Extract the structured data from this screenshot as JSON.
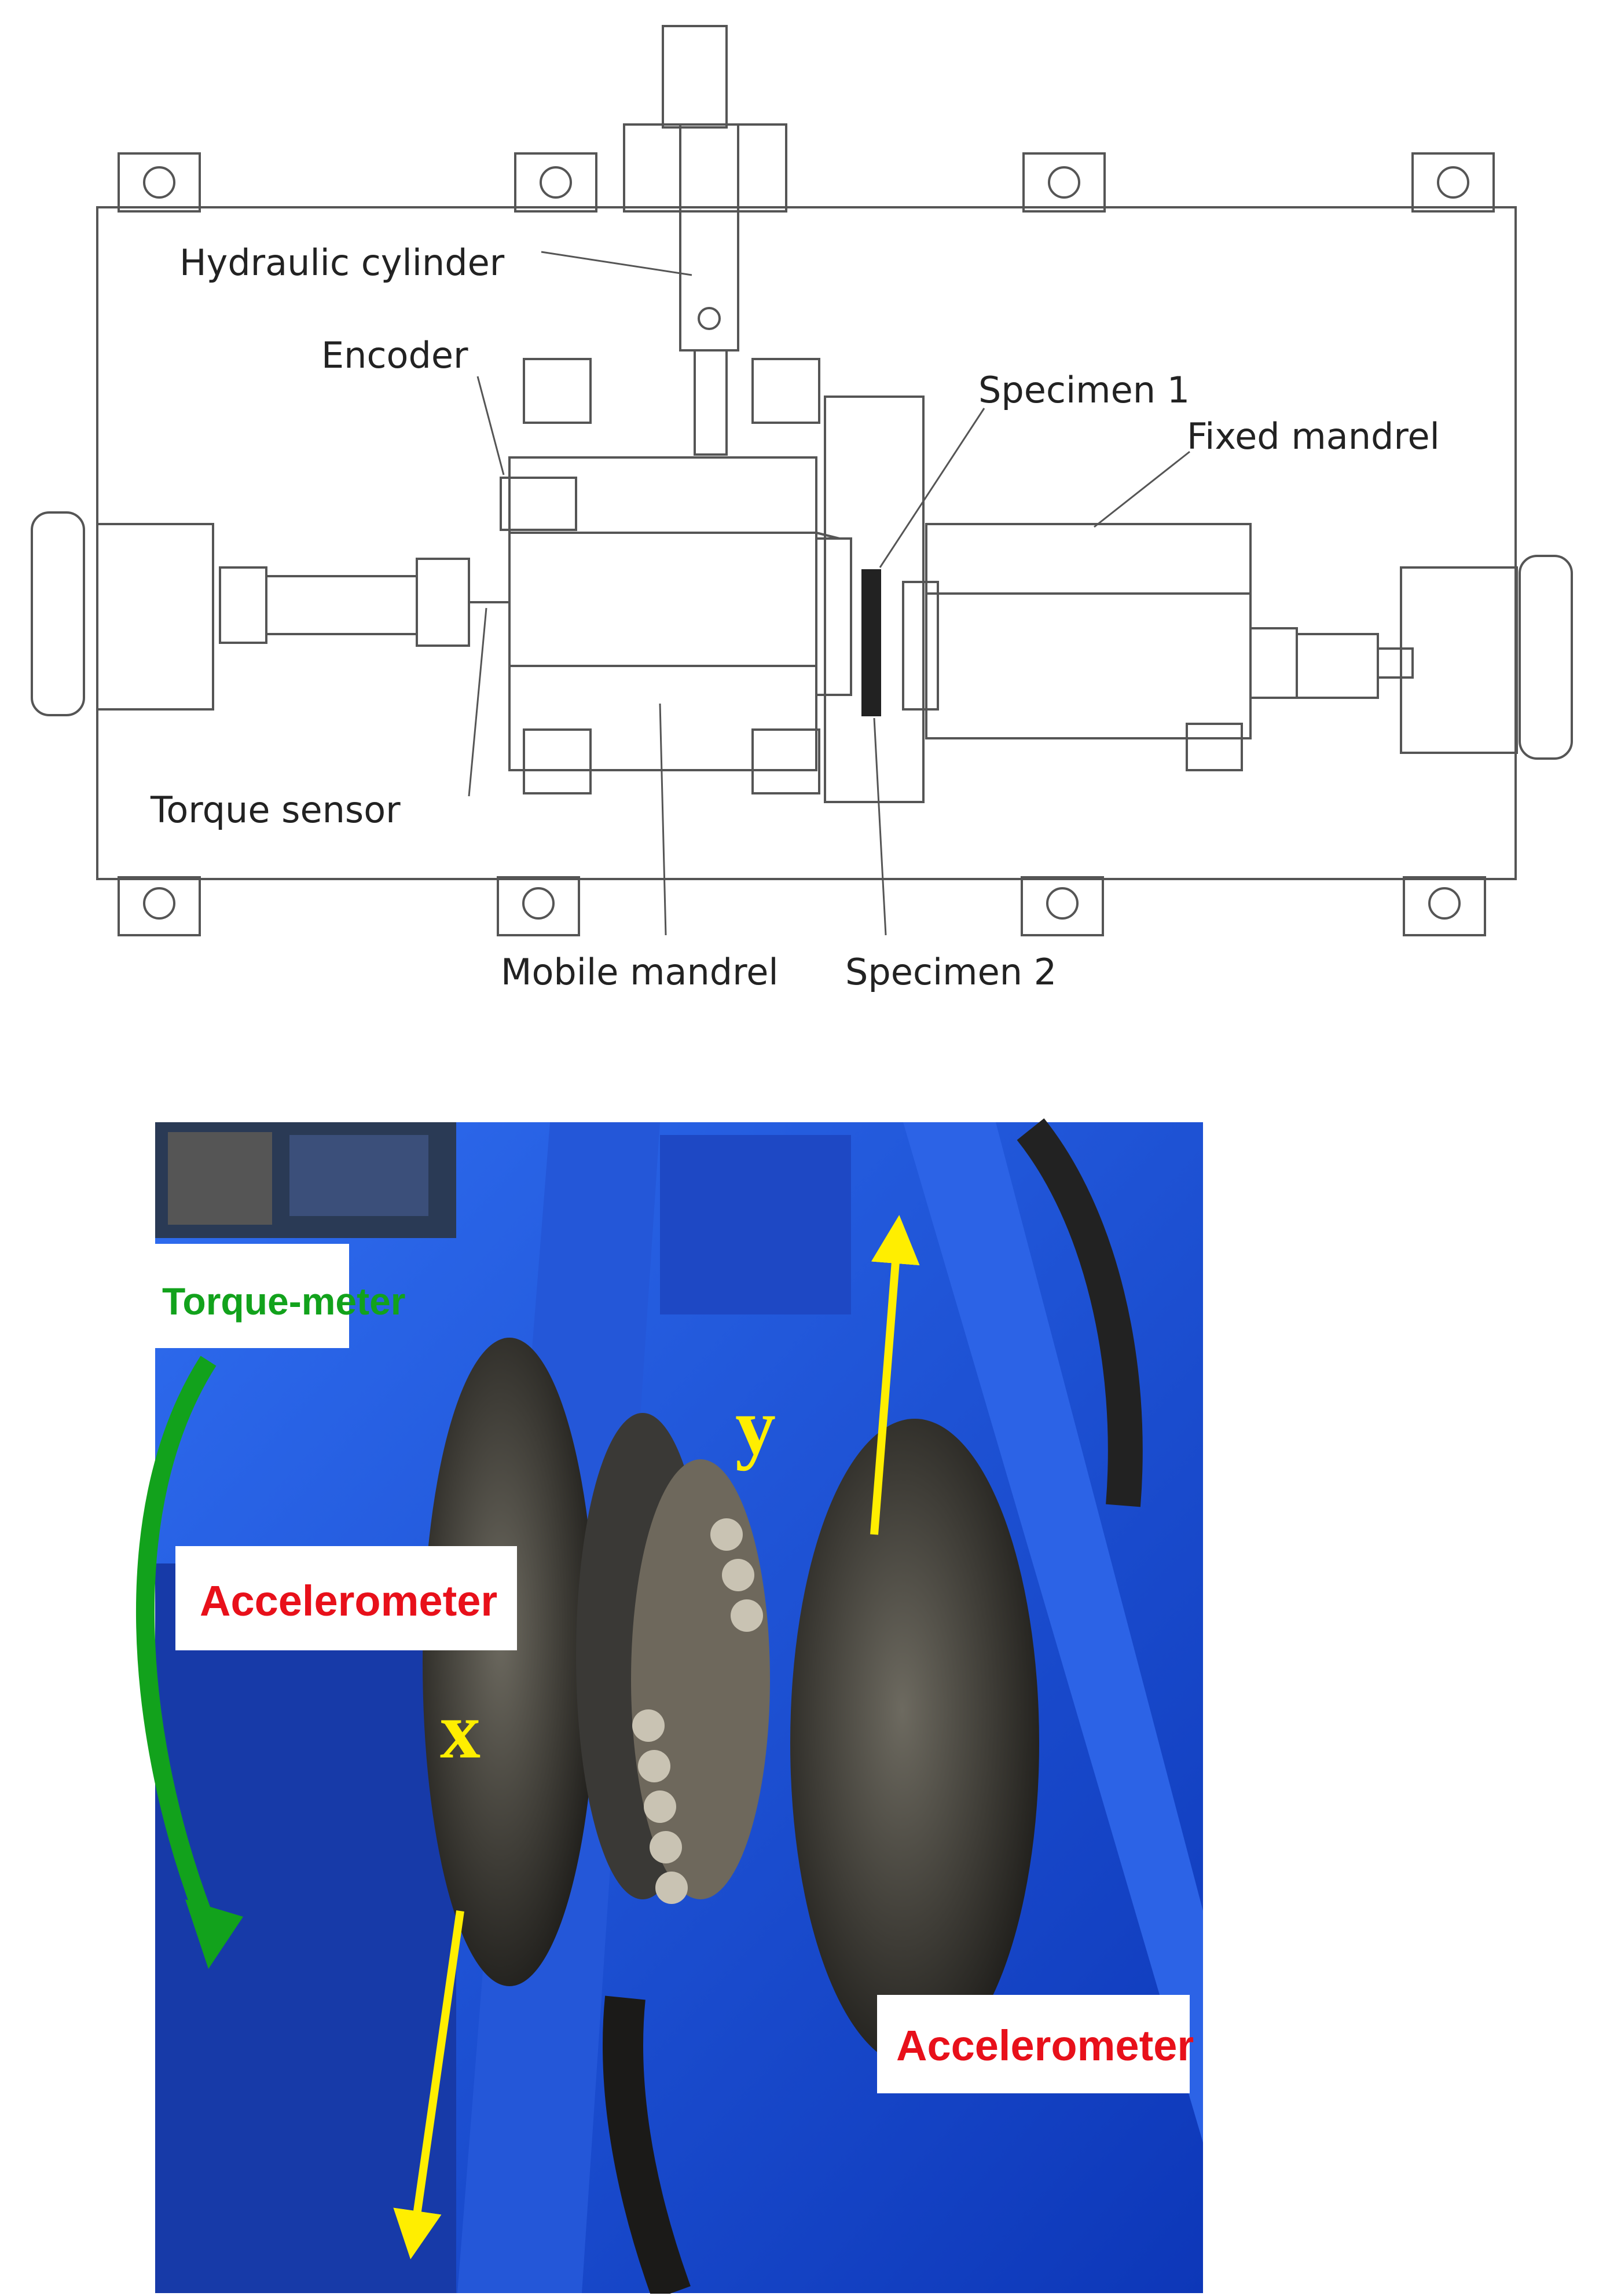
{
  "schematic": {
    "labels": {
      "hydraulic_cylinder": "Hydraulic cylinder",
      "encoder": "Encoder",
      "specimen_1": "Specimen 1",
      "fixed_mandrel": "Fixed mandrel",
      "torque_sensor": "Torque sensor",
      "mobile_mandrel": "Mobile mandrel",
      "specimen_2": "Specimen 2"
    }
  },
  "photo": {
    "labels": {
      "torque_meter": "Torque-meter",
      "accelerometer_left": "Accelerometer",
      "accelerometer_right": "Accelerometer",
      "axis_x": "x",
      "axis_y": "y"
    },
    "colors": {
      "machine_blue": "#1c4fd6",
      "arrow_yellow": "#ffee00",
      "torque_green": "#12a21c",
      "accel_red": "#e8101a"
    }
  }
}
